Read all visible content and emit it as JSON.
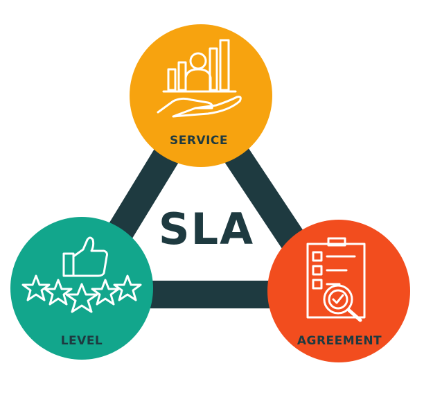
{
  "diagram": {
    "center_title": "SLA",
    "nodes": {
      "service": {
        "label": "SERVICE",
        "color": "#F7A30F",
        "icon": "service-hand-chart-icon"
      },
      "level": {
        "label": "LEVEL",
        "color": "#12A68C",
        "icon": "thumbs-up-stars-icon"
      },
      "agreement": {
        "label": "AGREEMENT",
        "color": "#F24D1E",
        "icon": "checklist-magnifier-icon"
      }
    },
    "colors": {
      "frame": "#1E3A40",
      "icon_stroke": "#FFFFFF",
      "label_text": "#1E3A40"
    }
  }
}
